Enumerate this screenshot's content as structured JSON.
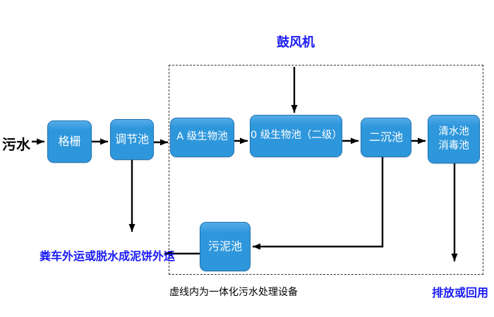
{
  "colors": {
    "box_fill": "#2E97DC",
    "box_fill_light": "#56ACE8",
    "box_border": "#1F74B4",
    "box_text": "#FFFFFF",
    "highlight_text": "#1A1AF5",
    "line": "#000000"
  },
  "flow": {
    "input_label": "污水",
    "blower_label": "鼓风机",
    "boxes": [
      {
        "id": "grid",
        "label": "格栅"
      },
      {
        "id": "regulating-tank",
        "label": "调节池"
      },
      {
        "id": "a-bio-tank",
        "label": "A 级生物池"
      },
      {
        "id": "o-bio-tank",
        "label": "0 级生物池（二级）"
      },
      {
        "id": "secondary-sedimentation-tank",
        "label": "二沉池"
      },
      {
        "id": "clear-water-tank",
        "label_line1": "清水池",
        "label_line2": "消毒池"
      },
      {
        "id": "sludge-tank",
        "label": "污泥池"
      }
    ],
    "sludge_out_label": "粪车外运或脱水成泥饼外运",
    "discharge_label": "排放或回用",
    "boundary_caption": "虚线内为一体化污水处理设备"
  }
}
